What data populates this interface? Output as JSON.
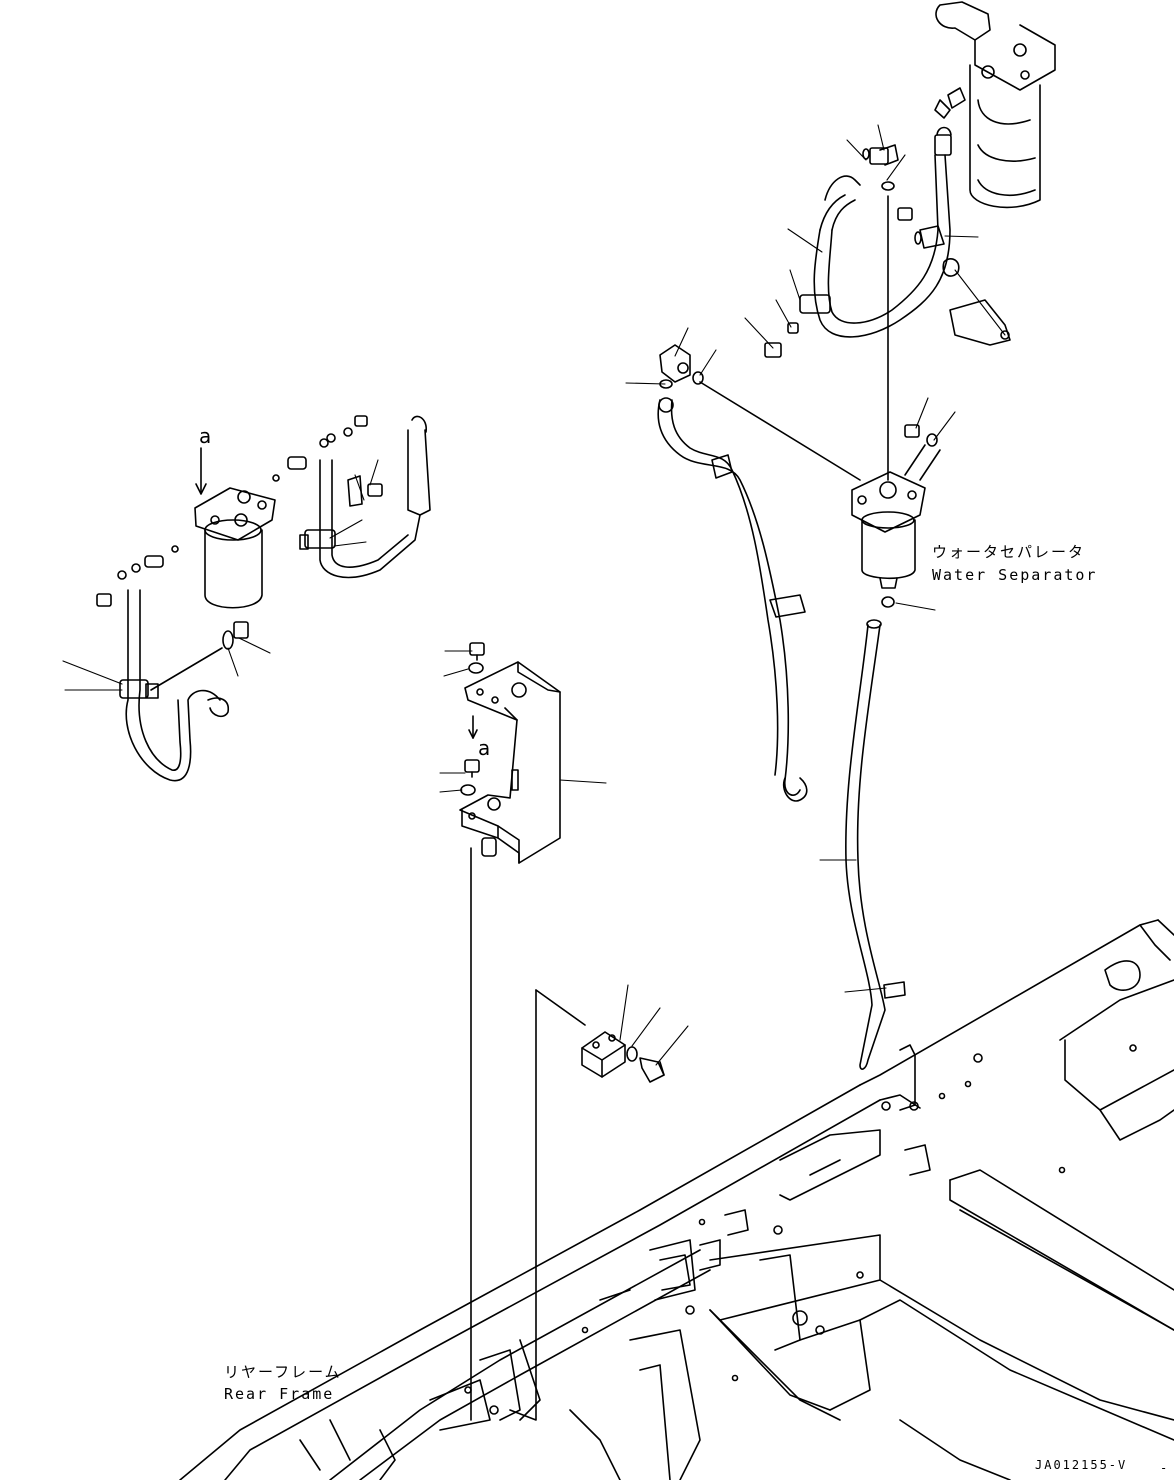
{
  "labels": {
    "water_separator_ja": "ウォータセパレータ",
    "water_separator_en": "Water Separator",
    "rear_frame_ja": "リヤーフレーム",
    "rear_frame_en": "Rear Frame",
    "callout_a": "a",
    "drawing_code": "JA012155-V",
    "edge_mark": "-"
  },
  "colors": {
    "line": "#000000",
    "background": "#ffffff"
  }
}
